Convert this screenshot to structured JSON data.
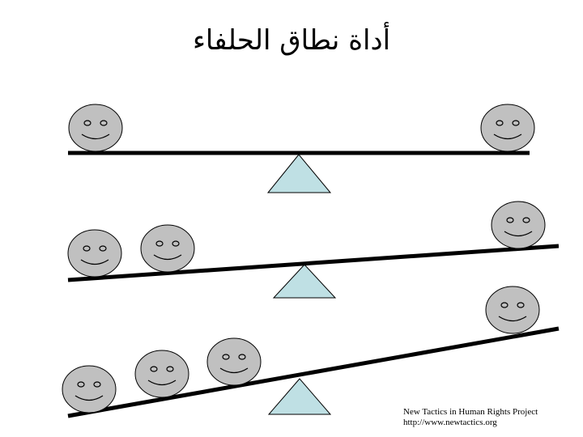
{
  "title": "أداة نطاق الحلفاء",
  "credit": {
    "line1": "New Tactics in Human Rights Project",
    "line2": "http://www.newtactics.org"
  },
  "colors": {
    "face": "#c0c0c0",
    "face_stroke": "#000000",
    "fulcrum": "#bfe0e4",
    "beam": "#000000"
  },
  "icons": {
    "face": "smiley-face-icon",
    "fulcrum": "triangle-fulcrum-icon"
  },
  "scales": [
    {
      "name": "balanced",
      "left_faces": 1,
      "right_faces": 1
    },
    {
      "name": "tilted-slight",
      "left_faces": 2,
      "right_faces": 1
    },
    {
      "name": "tilted-strong",
      "left_faces": 3,
      "right_faces": 1
    }
  ]
}
